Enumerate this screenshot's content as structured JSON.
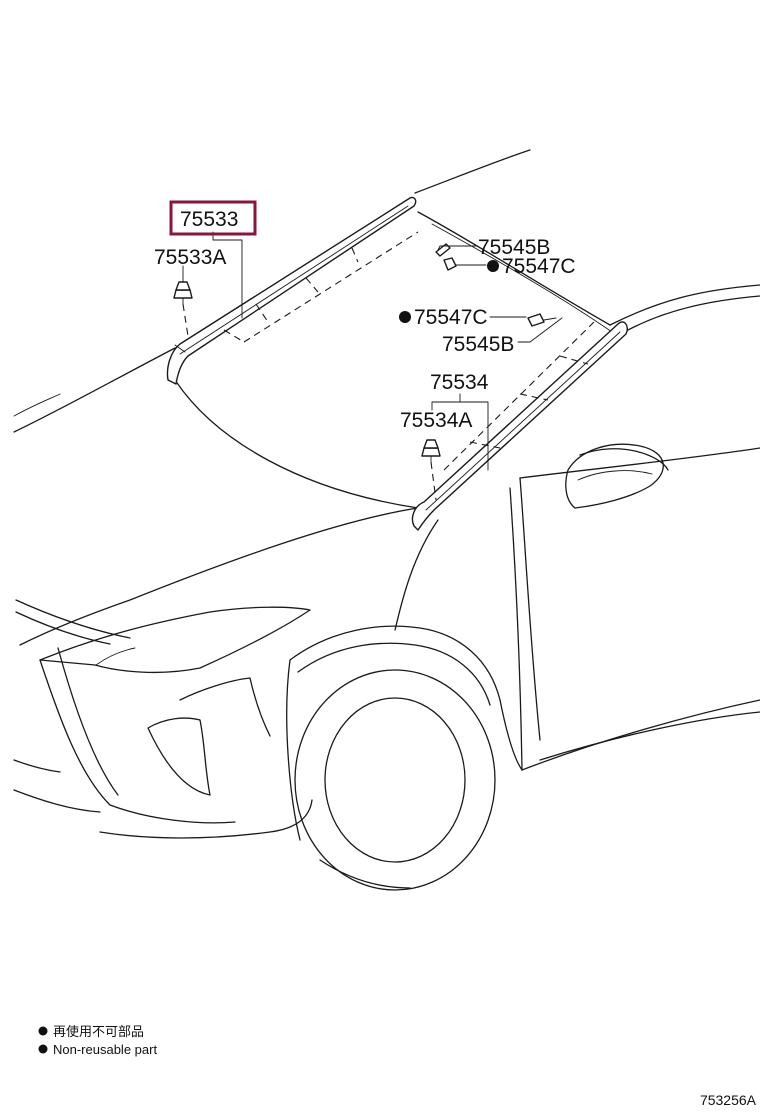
{
  "parts": [
    {
      "number": "75533",
      "highlighted": true
    },
    {
      "number": "75533A"
    },
    {
      "number": "75545B"
    },
    {
      "number": "75547C",
      "non_reusable": true
    },
    {
      "number": "75547C",
      "non_reusable": true
    },
    {
      "number": "75545B"
    },
    {
      "number": "75534"
    },
    {
      "number": "75534A"
    }
  ],
  "legend": {
    "line_jp": "再使用不可部品",
    "line_en": "Non-reusable part"
  },
  "figure_code": "753256A",
  "colors": {
    "highlight_box": "#8a1538",
    "line": "#1a1a1a"
  }
}
